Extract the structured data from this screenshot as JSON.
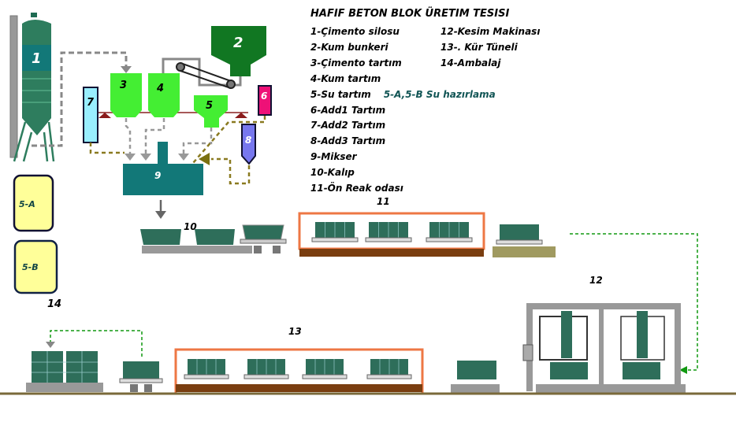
{
  "title": "HAFIF BETON BLOK ÜRETIM TESISI",
  "legend_left": [
    "1-Çimento silosu",
    "2-Kum bunkeri",
    "3-Çimento tartım",
    "4-Kum tartım",
    "5-Su tartım",
    "6-Add1 Tartım",
    "7-Add2 Tartım",
    "8-Add3 Tartım",
    "9-Mikser",
    "10-Kalıp",
    "11-Ön Reak odası"
  ],
  "legend_right": [
    "12-Kesim Makinası",
    "13-. Kür Tüneli",
    "14-Ambalaj"
  ],
  "water_note": "5-A,5-B Su hazırlama",
  "labels": {
    "silo": "1",
    "sand_hopper": "2",
    "cement_weigh": "3",
    "sand_weigh": "4",
    "water_weigh": "5",
    "add1": "6",
    "add2": "7",
    "add3": "8",
    "mixer": "9",
    "mould": "10",
    "prereact": "11",
    "cutter": "12",
    "cure": "13",
    "pack": "14",
    "tank_a": "5-A",
    "tank_b": "5-B"
  },
  "colors": {
    "green": "#33dd33",
    "darkgreen": "#117722",
    "teal": "#117a78",
    "orange": "#ee7744",
    "ground": "#7a6a3a",
    "dash_grey": "#888888",
    "dash_olive": "#8a7a20"
  }
}
